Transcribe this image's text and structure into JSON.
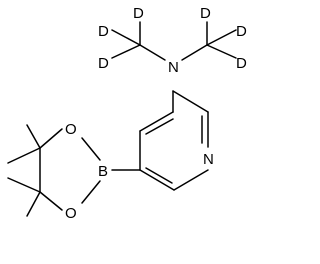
{
  "molecule": {
    "atoms": {
      "nitrogen_amine": "N",
      "nitrogen_pyridine": "N",
      "boron": "B",
      "oxygen_top": "O",
      "oxygen_bottom": "O",
      "deuterium_1": "D",
      "deuterium_2": "D",
      "deuterium_3": "D",
      "deuterium_4": "D",
      "deuterium_5": "D",
      "deuterium_6": "D"
    }
  },
  "colors": {
    "bond": "#000000",
    "label": "#000000",
    "background": "#ffffff"
  }
}
